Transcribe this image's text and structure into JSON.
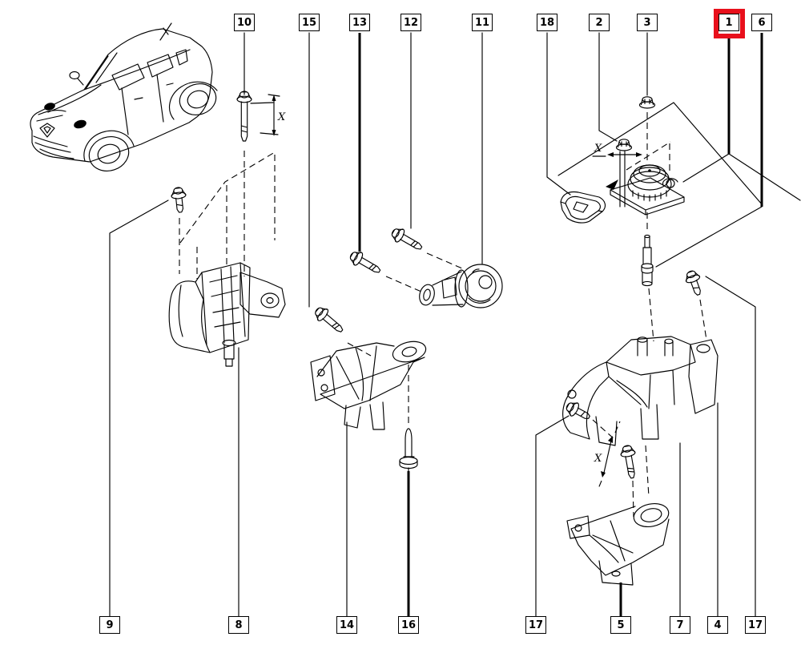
{
  "palette": {
    "line": "#000000",
    "background": "#ffffff",
    "highlight": "#e8101c"
  },
  "dimension_label": "X",
  "highlighted_callout": "1",
  "callouts": {
    "top": [
      {
        "label": "10",
        "thick": false
      },
      {
        "label": "15",
        "thick": false
      },
      {
        "label": "13",
        "thick": true
      },
      {
        "label": "12",
        "thick": false
      },
      {
        "label": "11",
        "thick": false
      },
      {
        "label": "18",
        "thick": false
      },
      {
        "label": "2",
        "thick": false
      },
      {
        "label": "3",
        "thick": false
      },
      {
        "label": "1",
        "thick": true,
        "highlighted": true
      },
      {
        "label": "6",
        "thick": true
      }
    ],
    "bottom": [
      {
        "label": "9",
        "thick": false
      },
      {
        "label": "8",
        "thick": false
      },
      {
        "label": "14",
        "thick": false
      },
      {
        "label": "16",
        "thick": true
      },
      {
        "label": "17",
        "thick": false
      },
      {
        "label": "5",
        "thick": true
      },
      {
        "label": "7",
        "thick": false
      },
      {
        "label": "4",
        "thick": false
      },
      {
        "label": "17",
        "thick": false
      }
    ]
  }
}
